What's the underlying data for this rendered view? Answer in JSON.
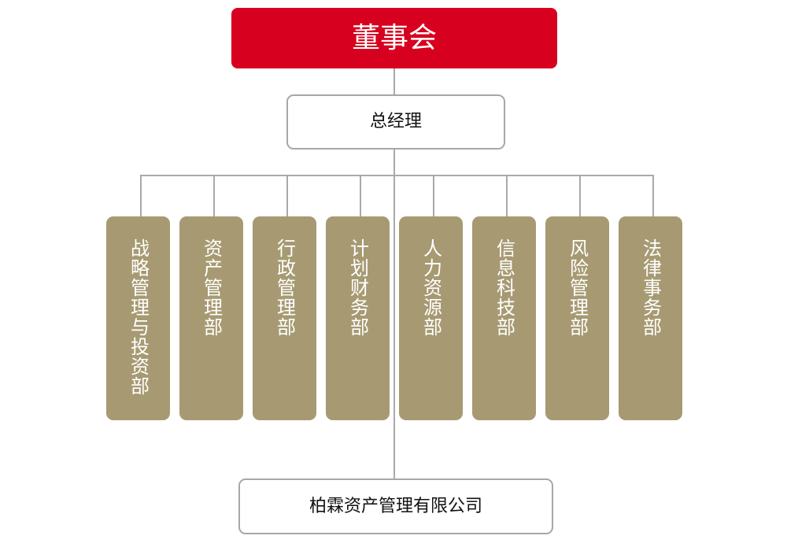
{
  "org_chart": {
    "board": "董事会",
    "general_manager": "总经理",
    "departments": [
      "战略管理与投资部",
      "资产管理部",
      "行政管理部",
      "计划财务部",
      "人力资源部",
      "信息科技部",
      "风险管理部",
      "法律事务部"
    ],
    "company": "柏霖资产管理有限公司"
  },
  "colors": {
    "board_fill": "#d7001f",
    "department_fill": "#a79a72",
    "line": "#a9a9a9",
    "border": "#a7a7a7"
  }
}
